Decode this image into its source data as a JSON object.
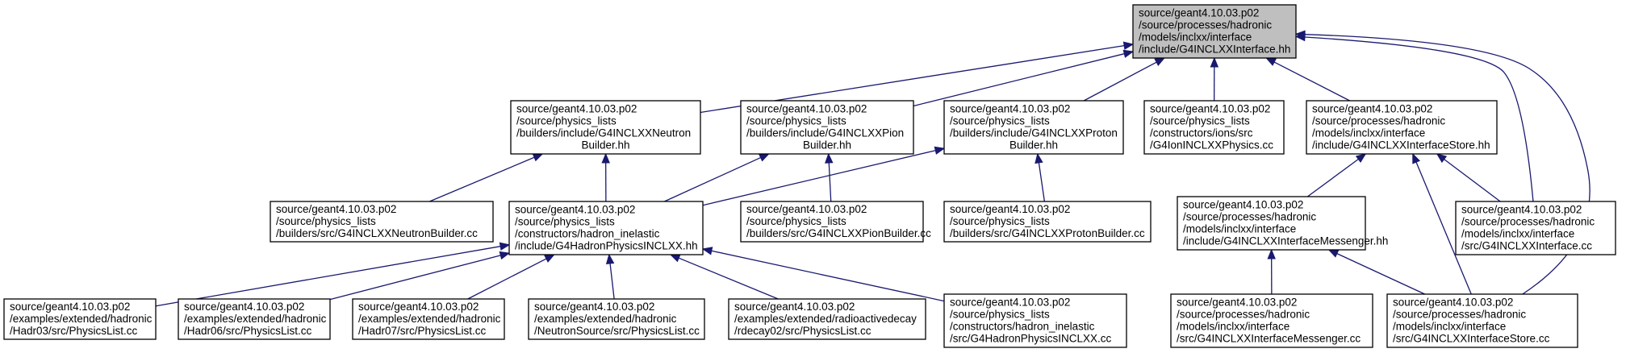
{
  "nodes": [
    {
      "id": "root",
      "root": true,
      "lines": [
        "source/geant4.10.03.p02",
        "/source/processes/hadronic",
        "/models/inclxx/interface",
        "/include/G4INCLXXInterface.hh"
      ]
    },
    {
      "id": "neutron_builder_hh",
      "lines": [
        "source/geant4.10.03.p02",
        "/source/physics_lists",
        "/builders/include/G4INCLXXNeutron",
        "Builder.hh"
      ]
    },
    {
      "id": "pion_builder_hh",
      "lines": [
        "source/geant4.10.03.p02",
        "/source/physics_lists",
        "/builders/include/G4INCLXXPion",
        "Builder.hh"
      ]
    },
    {
      "id": "proton_builder_hh",
      "lines": [
        "source/geant4.10.03.p02",
        "/source/physics_lists",
        "/builders/include/G4INCLXXProton",
        "Builder.hh"
      ]
    },
    {
      "id": "ion_physics_cc",
      "lines": [
        "source/geant4.10.03.p02",
        "/source/physics_lists",
        "/constructors/ions/src",
        "/G4IonINCLXXPhysics.cc"
      ]
    },
    {
      "id": "interface_store_hh",
      "lines": [
        "source/geant4.10.03.p02",
        "/source/processes/hadronic",
        "/models/inclxx/interface",
        "/include/G4INCLXXInterfaceStore.hh"
      ]
    },
    {
      "id": "neutron_builder_cc",
      "lines": [
        "source/geant4.10.03.p02",
        "/source/physics_lists",
        "/builders/src/G4INCLXXNeutronBuilder.cc"
      ]
    },
    {
      "id": "hadron_physics_hh",
      "lines": [
        "source/geant4.10.03.p02",
        "/source/physics_lists",
        "/constructors/hadron_inelastic",
        "/include/G4HadronPhysicsINCLXX.hh"
      ]
    },
    {
      "id": "pion_builder_cc",
      "lines": [
        "source/geant4.10.03.p02",
        "/source/physics_lists",
        "/builders/src/G4INCLXXPionBuilder.cc"
      ]
    },
    {
      "id": "proton_builder_cc",
      "lines": [
        "source/geant4.10.03.p02",
        "/source/physics_lists",
        "/builders/src/G4INCLXXProtonBuilder.cc"
      ]
    },
    {
      "id": "interface_messenger_hh",
      "lines": [
        "source/geant4.10.03.p02",
        "/source/processes/hadronic",
        "/models/inclxx/interface",
        "/include/G4INCLXXInterfaceMessenger.hh"
      ]
    },
    {
      "id": "interface_cc",
      "lines": [
        "source/geant4.10.03.p02",
        "/source/processes/hadronic",
        "/models/inclxx/interface",
        "/src/G4INCLXXInterface.cc"
      ]
    },
    {
      "id": "hadr03",
      "lines": [
        "source/geant4.10.03.p02",
        "/examples/extended/hadronic",
        "/Hadr03/src/PhysicsList.cc"
      ]
    },
    {
      "id": "hadr06",
      "lines": [
        "source/geant4.10.03.p02",
        "/examples/extended/hadronic",
        "/Hadr06/src/PhysicsList.cc"
      ]
    },
    {
      "id": "hadr07",
      "lines": [
        "source/geant4.10.03.p02",
        "/examples/extended/hadronic",
        "/Hadr07/src/PhysicsList.cc"
      ]
    },
    {
      "id": "neutron_source",
      "lines": [
        "source/geant4.10.03.p02",
        "/examples/extended/hadronic",
        "/NeutronSource/src/PhysicsList.cc"
      ]
    },
    {
      "id": "rdecay02",
      "lines": [
        "source/geant4.10.03.p02",
        "/examples/extended/radioactivedecay",
        "/rdecay02/src/PhysicsList.cc"
      ]
    },
    {
      "id": "hadron_physics_cc",
      "lines": [
        "source/geant4.10.03.p02",
        "/source/physics_lists",
        "/constructors/hadron_inelastic",
        "/src/G4HadronPhysicsINCLXX.cc"
      ]
    },
    {
      "id": "interface_messenger_cc",
      "lines": [
        "source/geant4.10.03.p02",
        "/source/processes/hadronic",
        "/models/inclxx/interface",
        "/src/G4INCLXXInterfaceMessenger.cc"
      ]
    },
    {
      "id": "interface_store_cc",
      "lines": [
        "source/geant4.10.03.p02",
        "/source/processes/hadronic",
        "/models/inclxx/interface",
        "/src/G4INCLXXInterfaceStore.cc"
      ]
    }
  ],
  "edges": [
    {
      "from": "neutron_builder_hh",
      "to": "root"
    },
    {
      "from": "pion_builder_hh",
      "to": "root"
    },
    {
      "from": "proton_builder_hh",
      "to": "root"
    },
    {
      "from": "ion_physics_cc",
      "to": "root"
    },
    {
      "from": "interface_store_hh",
      "to": "root"
    },
    {
      "from": "interface_cc",
      "to": "root"
    },
    {
      "from": "interface_store_cc",
      "to": "root"
    },
    {
      "from": "neutron_builder_cc",
      "to": "neutron_builder_hh"
    },
    {
      "from": "hadron_physics_hh",
      "to": "neutron_builder_hh"
    },
    {
      "from": "hadron_physics_hh",
      "to": "pion_builder_hh"
    },
    {
      "from": "pion_builder_cc",
      "to": "pion_builder_hh"
    },
    {
      "from": "hadron_physics_hh",
      "to": "proton_builder_hh"
    },
    {
      "from": "proton_builder_cc",
      "to": "proton_builder_hh"
    },
    {
      "from": "interface_messenger_hh",
      "to": "interface_store_hh"
    },
    {
      "from": "interface_cc",
      "to": "interface_store_hh"
    },
    {
      "from": "interface_store_cc",
      "to": "interface_store_hh"
    },
    {
      "from": "hadr03",
      "to": "hadron_physics_hh"
    },
    {
      "from": "hadr06",
      "to": "hadron_physics_hh"
    },
    {
      "from": "hadr07",
      "to": "hadron_physics_hh"
    },
    {
      "from": "neutron_source",
      "to": "hadron_physics_hh"
    },
    {
      "from": "rdecay02",
      "to": "hadron_physics_hh"
    },
    {
      "from": "hadron_physics_cc",
      "to": "hadron_physics_hh"
    },
    {
      "from": "interface_messenger_cc",
      "to": "interface_messenger_hh"
    },
    {
      "from": "interface_store_cc",
      "to": "interface_messenger_hh"
    }
  ]
}
